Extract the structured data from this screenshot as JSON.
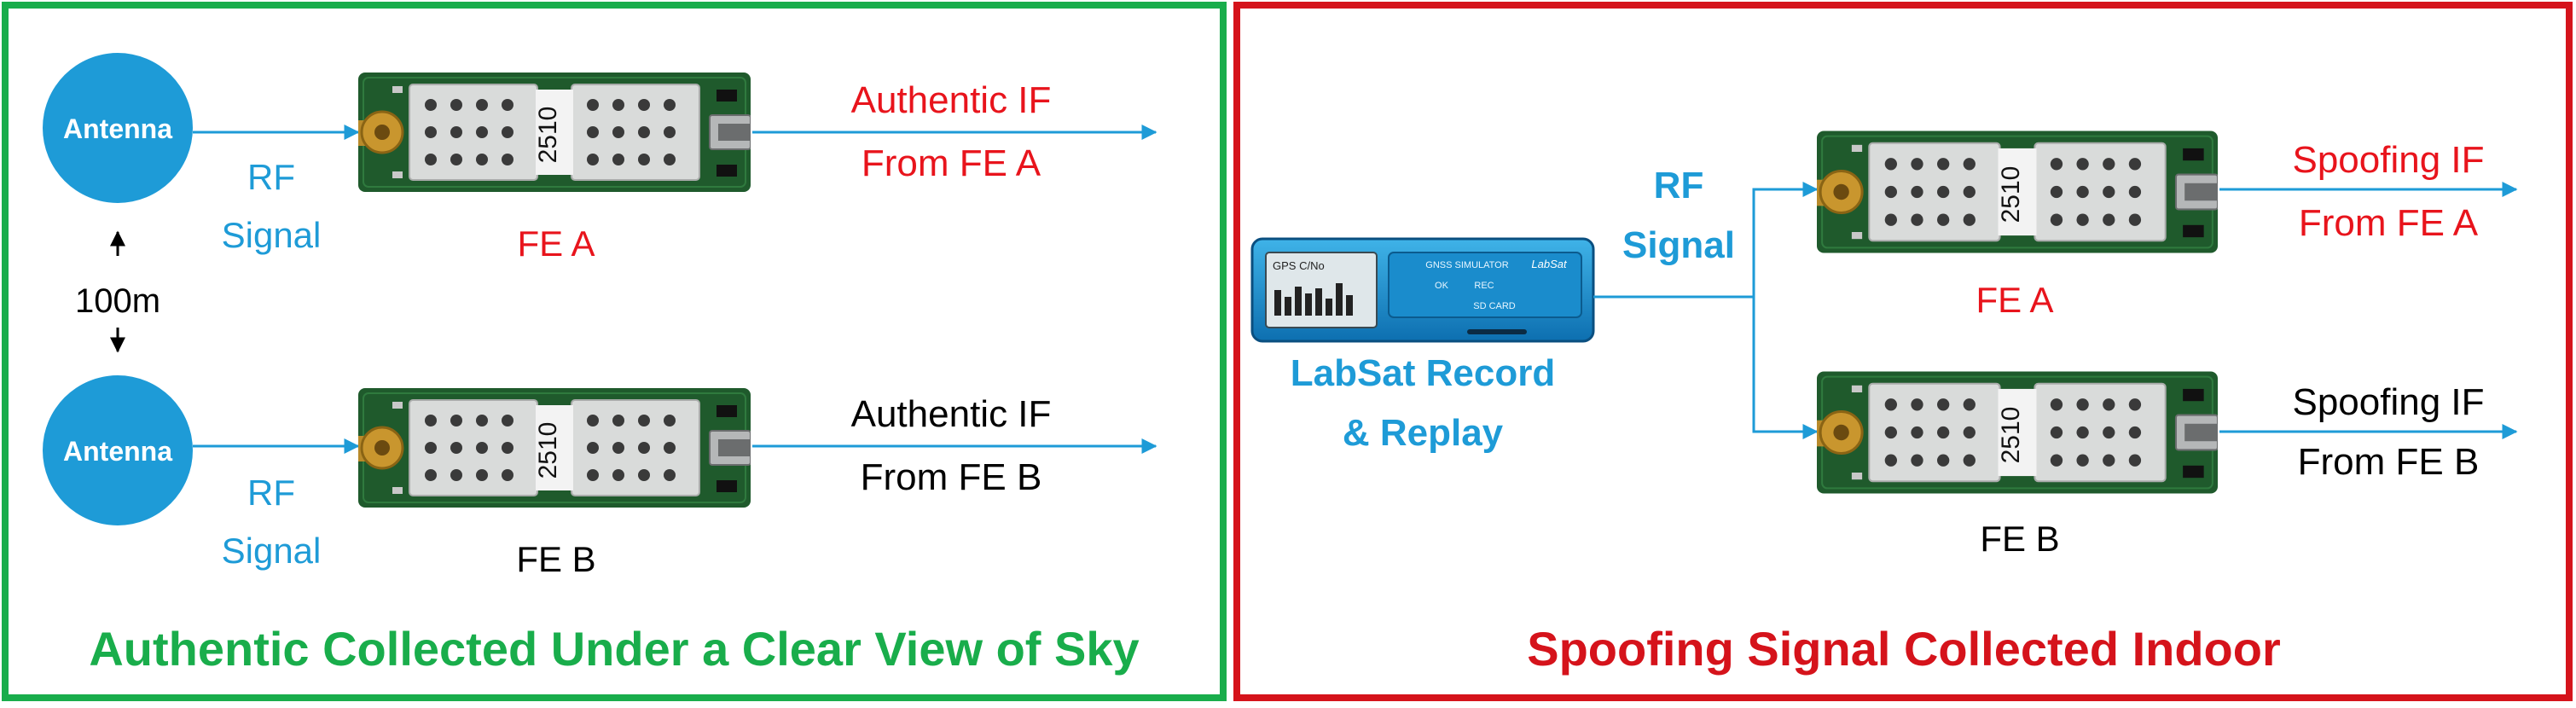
{
  "left_panel": {
    "caption": "Authentic Collected Under a Clear View of Sky",
    "border_color": "#19ad4b",
    "antenna_top": {
      "label": "Antenna"
    },
    "antenna_bottom": {
      "label": "Antenna"
    },
    "distance": "100m",
    "rf_top": {
      "line1": "RF",
      "line2": "Signal"
    },
    "rf_bottom": {
      "line1": "RF",
      "line2": "Signal"
    },
    "fe_a": {
      "chip": "2510",
      "label": "FE A",
      "label_color": "#e8141c"
    },
    "fe_b": {
      "chip": "2510",
      "label": "FE B",
      "label_color": "#000000"
    },
    "output_a": {
      "line1": "Authentic IF",
      "line2": "From FE A",
      "color": "#e8141c"
    },
    "output_b": {
      "line1": "Authentic IF",
      "line2": "From FE B",
      "color": "#000000"
    }
  },
  "right_panel": {
    "caption": "Spoofing Signal Collected Indoor",
    "border_color": "#d5131b",
    "labsat": {
      "line1": "LabSat Record",
      "line2": "& Replay",
      "screen_text": "GPS C/No",
      "panel_title": "GNSS SIMULATOR",
      "brand": "LabSat",
      "ok": "OK",
      "rec": "REC",
      "sd": "SD CARD"
    },
    "rf": {
      "line1": "RF",
      "line2": "Signal"
    },
    "fe_a": {
      "chip": "2510",
      "label": "FE A",
      "label_color": "#e8141c"
    },
    "fe_b": {
      "chip": "2510",
      "label": "FE B",
      "label_color": "#000000"
    },
    "output_a": {
      "line1": "Spoofing IF",
      "line2": "From FE A",
      "color": "#e8141c"
    },
    "output_b": {
      "line1": "Spoofing IF",
      "line2": "From FE B",
      "color": "#000000"
    }
  },
  "colors": {
    "signal_blue": "#1e9bd7",
    "antenna_fill": "#1e9bd7",
    "pcb_green": "#1f5a2c",
    "shield_silver": "#d9dbda"
  },
  "icons": [
    "antenna-icon",
    "frontend-board-icon",
    "labsat-device-icon",
    "arrow-icon"
  ]
}
